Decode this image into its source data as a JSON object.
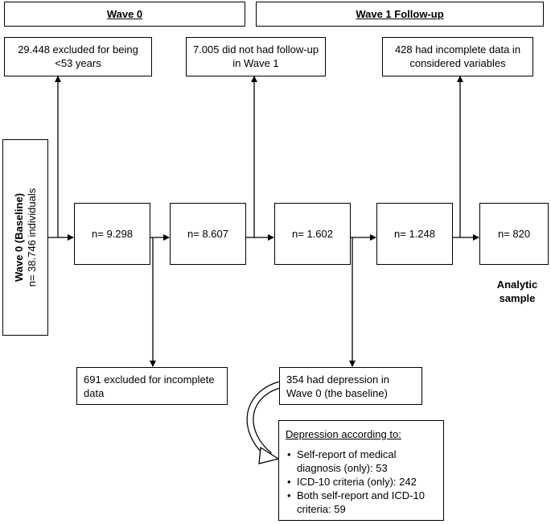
{
  "headers": {
    "wave0": "Wave 0",
    "wave1": "Wave 1 Follow-up"
  },
  "exclusions_top": [
    "29.448 excluded for being <53 years",
    "7.005 did not had follow-up in Wave 1",
    "428 had incomplete data in considered variables"
  ],
  "baseline": {
    "title": "Wave 0 (Baseline)",
    "count": "n= 38.746 individuals"
  },
  "steps": [
    "n= 9.298",
    "n= 8.607",
    "n= 1.602",
    "n= 1.248",
    "n= 820"
  ],
  "final_label": "Analytic sample",
  "exclusions_bottom": [
    "691 excluded for incomplete data",
    "354 had depression in Wave 0 (the baseline)"
  ],
  "depression": {
    "title": "Depression according to:",
    "items": [
      "Self-report of medical diagnosis (only): 53",
      "ICD-10 criteria (only): 242",
      "Both self-report and ICD-10 criteria: 59"
    ]
  }
}
